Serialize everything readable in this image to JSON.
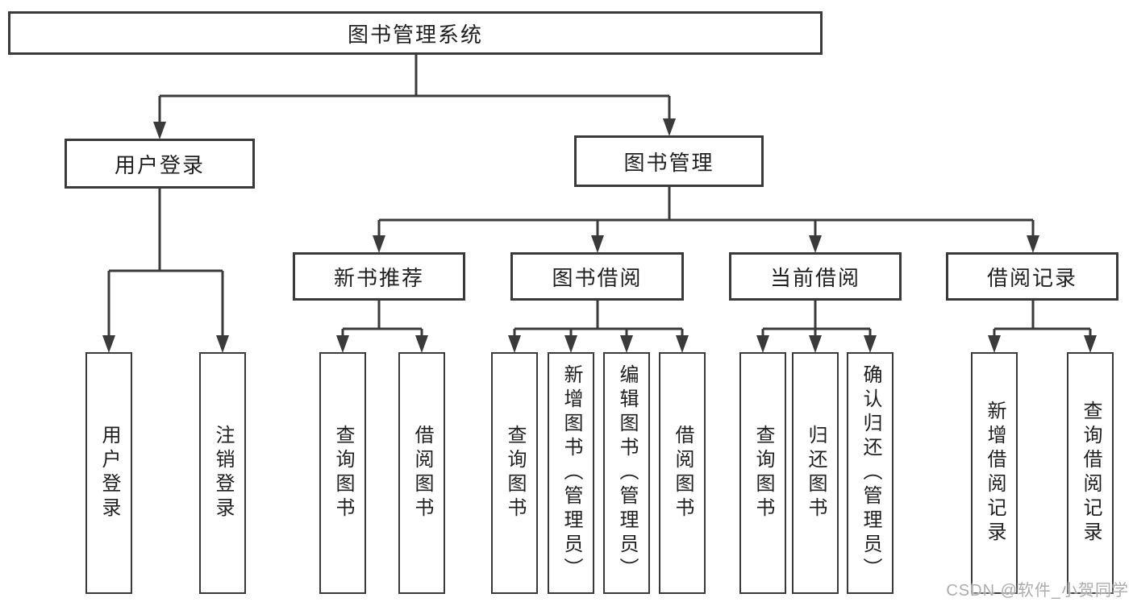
{
  "diagram": {
    "root": {
      "label": "图书管理系统"
    },
    "children": [
      {
        "label": "用户登录",
        "children": [
          {
            "label": "用户登录"
          },
          {
            "label": "注销登录"
          }
        ]
      },
      {
        "label": "图书管理",
        "children": [
          {
            "label": "新书推荐",
            "children": [
              {
                "label": "查询图书"
              },
              {
                "label": "借阅图书"
              }
            ]
          },
          {
            "label": "图书借阅",
            "children": [
              {
                "label": "查询图书"
              },
              {
                "label": "新增图书（管理员）"
              },
              {
                "label": "编辑图书（管理员）"
              },
              {
                "label": "借阅图书"
              }
            ]
          },
          {
            "label": "当前借阅",
            "children": [
              {
                "label": "查询图书"
              },
              {
                "label": "归还图书"
              },
              {
                "label": "确认归还（管理员）"
              }
            ]
          },
          {
            "label": "借阅记录",
            "children": [
              {
                "label": "新增借阅记录"
              },
              {
                "label": "查询借阅记录"
              }
            ]
          }
        ]
      }
    ]
  },
  "watermark": {
    "text": "CSDN @软件_小贺同学"
  },
  "colors": {
    "line": "#3a3a3a",
    "text": "#1f1f1f",
    "background": "#ffffff",
    "watermark": "#a8a8a8"
  }
}
